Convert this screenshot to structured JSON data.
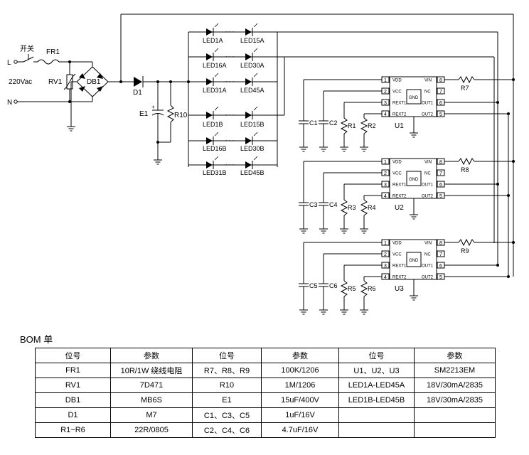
{
  "schematic": {
    "ac": {
      "line": "L",
      "neutral": "N",
      "voltage": "220Vac",
      "switch": "开关",
      "fuse": "FR1",
      "varistor": "RV1",
      "bridge": "DB1",
      "diode": "D1",
      "cap": "E1",
      "resistor": "R10"
    },
    "leds": {
      "A": [
        {
          "left": "LED1A",
          "right": "LED15A"
        },
        {
          "left": "LED16A",
          "right": "LED30A"
        },
        {
          "left": "LED31A",
          "right": "LED45A"
        }
      ],
      "B": [
        {
          "left": "LED1B",
          "right": "LED15B"
        },
        {
          "left": "LED16B",
          "right": "LED30B"
        },
        {
          "left": "LED31B",
          "right": "LED45B"
        }
      ]
    },
    "chips": [
      {
        "name": "U1",
        "c_left": "C1",
        "c_right": "C2",
        "r_left": "R1",
        "r_right": "R2",
        "r_vin": "R7"
      },
      {
        "name": "U2",
        "c_left": "C3",
        "c_right": "C4",
        "r_left": "R3",
        "r_right": "R4",
        "r_vin": "R8"
      },
      {
        "name": "U3",
        "c_left": "C5",
        "c_right": "C6",
        "r_left": "R5",
        "r_right": "R6",
        "r_vin": "R9"
      }
    ],
    "pins_left": [
      "VDD",
      "VCC",
      "REXT1",
      "REXT2"
    ],
    "pins_right": [
      "VIN",
      "NC",
      "OUT1",
      "OUT2"
    ],
    "pin_numbers_left": [
      "1",
      "2",
      "3",
      "4"
    ],
    "pin_numbers_right": [
      "8",
      "7",
      "6",
      "5"
    ],
    "gnd_label": "GND"
  },
  "bom": {
    "title": "BOM 单",
    "headers": [
      "位号",
      "参数",
      "位号",
      "参数",
      "位号",
      "参数"
    ],
    "rows": [
      [
        "FR1",
        "10R/1W 绕线电阻",
        "R7、R8、R9",
        "100K/1206",
        "U1、U2、U3",
        "SM2213EM"
      ],
      [
        "RV1",
        "7D471",
        "R10",
        "1M/1206",
        "LED1A-LED45A",
        "18V/30mA/2835"
      ],
      [
        "DB1",
        "MB6S",
        "E1",
        "15uF/400V",
        "LED1B-LED45B",
        "18V/30mA/2835"
      ],
      [
        "D1",
        "M7",
        "C1、C3、C5",
        "1uF/16V",
        "",
        ""
      ],
      [
        "R1~R6",
        "22R/0805",
        "C2、C4、C6",
        "4.7uF/16V",
        "",
        ""
      ]
    ]
  }
}
